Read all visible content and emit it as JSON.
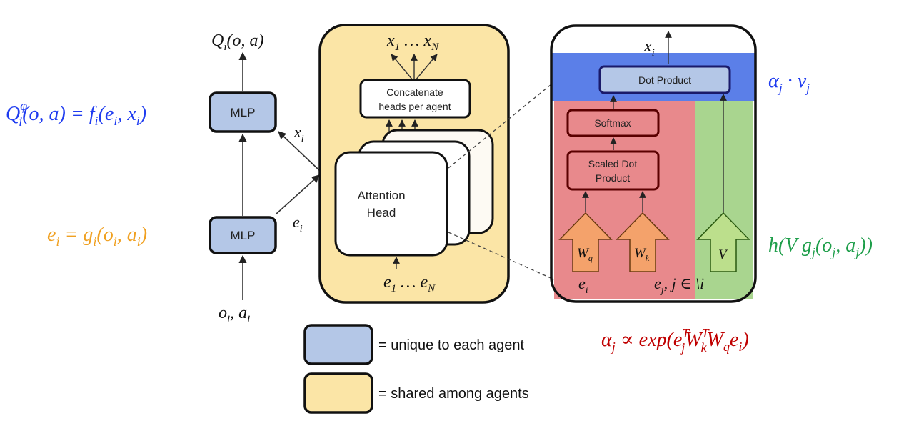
{
  "colors": {
    "agent_box": "#b4c7e7",
    "shared_box": "#fbe5a6",
    "blue_band": "#5b7fe8",
    "red_region": "#e8898c",
    "green_region": "#a9d58f",
    "orange_arrow": "#f4a26b",
    "green_arrow": "#bcdf8c",
    "blue_text": "#1f3cf0",
    "orange_text": "#f0a020",
    "red_text": "#c00000",
    "green_text": "#1e9e4a"
  },
  "left_column": {
    "mlp_top_label": "MLP",
    "mlp_bottom_label": "MLP",
    "output_label": "Q",
    "output_sub": "i",
    "output_args": "(o, a)",
    "input_label": "o",
    "input_sub": "i",
    "input_sep": ", a",
    "input_sub2": "i",
    "x_label": "x",
    "x_sub": "i",
    "e_label": "e",
    "e_sub": "i"
  },
  "shared_block": {
    "top_outputs": "x",
    "top_outputs_sub1": "1",
    "top_outputs_dots": " … x",
    "top_outputs_subN": "N",
    "concat_line1": "Concatenate",
    "concat_line2": "heads per agent",
    "head_line1": "Attention",
    "head_line2": "Head",
    "bottom_inputs": "e",
    "bottom_inputs_sub1": "1",
    "bottom_inputs_dots": " … e",
    "bottom_inputs_subN": "N"
  },
  "head_detail": {
    "output_label": "x",
    "output_sub": "i",
    "dot_product_label": "Dot Product",
    "softmax_label": "Softmax",
    "scaled_line1": "Scaled Dot",
    "scaled_line2": "Product",
    "wq_label": "W",
    "wq_sub": "q",
    "wk_label": "W",
    "wk_sub": "k",
    "v_label": "V",
    "ei_label": "e",
    "ei_sub": "i",
    "ej_label": "e",
    "ej_sub": "j",
    "ej_rest": ", j ∈ \\i"
  },
  "equations": {
    "q_lhs": "Q",
    "q_sup": "φ",
    "q_sub": "i",
    "q_rest": "(o, a) = ",
    "q_f": "f",
    "q_f_sub": "i",
    "q_args_open": "(e",
    "q_args_sub1": "i",
    "q_args_mid": ", x",
    "q_args_sub2": "i",
    "q_args_close": ")",
    "e_lhs": "e",
    "e_lhs_sub": "i",
    "e_mid": " = g",
    "e_g_sub": "i",
    "e_args": "(o",
    "e_args_sub1": "i",
    "e_args_mid": ", a",
    "e_args_sub2": "i",
    "e_close": ")",
    "av_alpha": "α",
    "av_alpha_sub": "j",
    "av_dot": " · v",
    "av_v_sub": "j",
    "h_text": "h(V g",
    "h_sub1": "j",
    "h_mid": "(o",
    "h_sub2": "j",
    "h_mid2": ", a",
    "h_sub3": "j",
    "h_close": "))",
    "alpha_lhs": "α",
    "alpha_sub": "j",
    "alpha_prop": " ∝ exp(e",
    "alpha_e_sup": "T",
    "alpha_e_sub": "j",
    "alpha_w": "W",
    "alpha_w_sup": "T",
    "alpha_w_sub": "k",
    "alpha_wq": "W",
    "alpha_wq_sub": "q",
    "alpha_ei": "e",
    "alpha_ei_sub": "i",
    "alpha_close": ")"
  },
  "legend": {
    "unique_label": "= unique to each agent",
    "shared_label": "= shared among agents"
  }
}
